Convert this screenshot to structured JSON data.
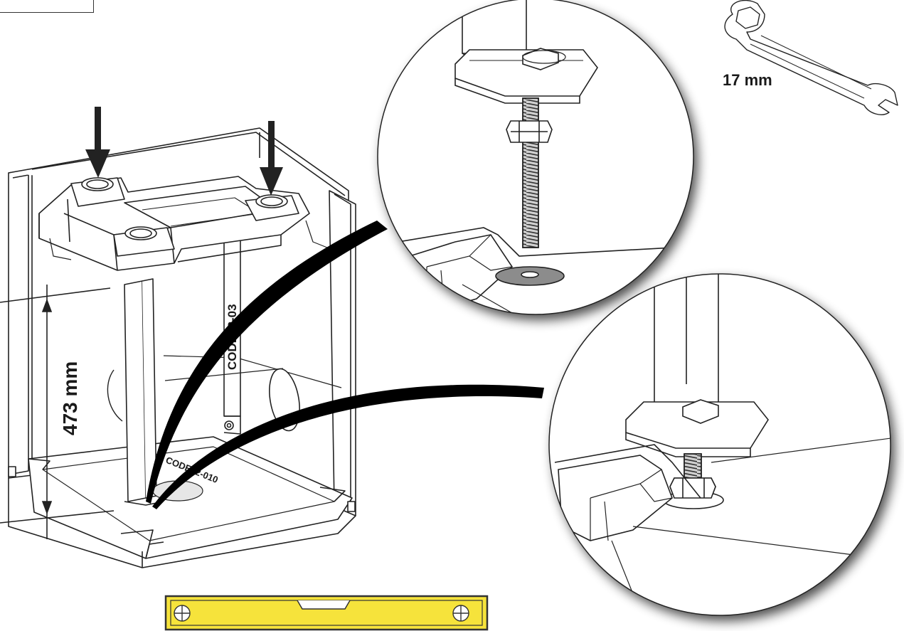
{
  "labels": {
    "wrench_size": "17 mm",
    "height_dimension": "473 mm",
    "part_code_post": "CODE02-03",
    "part_code_base": "CODE02-010"
  },
  "colors": {
    "level_yellow": "#f6e33b",
    "level_outline": "#333333",
    "line_art": "#222222",
    "callout_band": "#000000",
    "washer_fill": "#8c8c8c"
  },
  "icons": [
    "wrench-icon",
    "spirit-level-icon",
    "down-arrow-icon",
    "down-arrow-icon"
  ]
}
